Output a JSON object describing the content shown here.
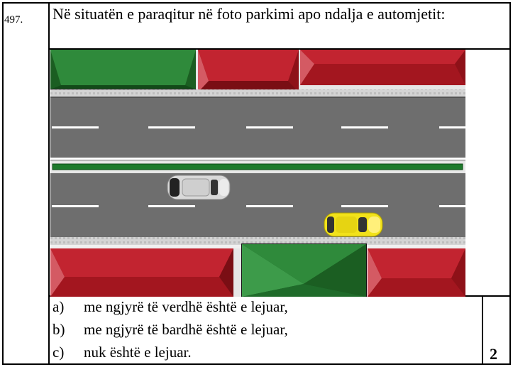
{
  "question": {
    "number": "497.",
    "text": "Në situatën e paraqitur në foto parkimi apo ndalja e automjetit:",
    "points": "2"
  },
  "answers": [
    {
      "letter": "a)",
      "text": "me ngjyrë të verdhë është e lejuar,"
    },
    {
      "letter": "b)",
      "text": "me ngjyrë të bardhë është e lejuar,"
    },
    {
      "letter": "c)",
      "text": "nuk është e lejuar."
    }
  ],
  "scene": {
    "colors": {
      "road": "#6e6e6e",
      "roof_red": "#b81c26",
      "roof_green": "#1f6b2a",
      "median": "#1e7a2c",
      "yellow_car": "#f2e21a",
      "white_car": "#dcdcdc"
    }
  }
}
